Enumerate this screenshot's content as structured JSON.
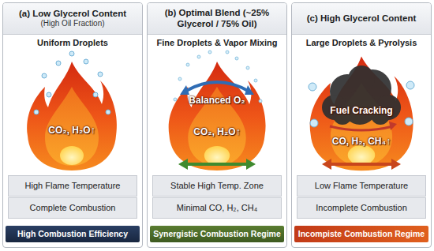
{
  "diagram": {
    "nodes": [
      {
        "text": [
          "(a) Low Glycerol Content",
          "(High Oil Fraction)",
          "Uniform Droplets"
        ]
      },
      {
        "text": [
          "High Flame Temperature"
        ],
        "in": 0
      },
      {
        "text": [
          "Complete Combustion"
        ],
        "in": 0
      },
      {
        "text": [
          "High Combustion Efficiency"
        ],
        "in": 0
      },
      {
        "text": [
          "(b) Optimal Blend (~25% Glycerol / 75% Oil)",
          "Fine Droplets & Vapor Mixing"
        ]
      },
      {
        "text": [
          "Stable High Temp. Zone"
        ],
        "in": 4
      },
      {
        "text": [
          "Minimal CO, H₂, CH₄"
        ],
        "in": 4
      },
      {
        "text": [
          "Synergistic Combustion Regime"
        ],
        "in": 4
      },
      {
        "text": [
          "(c) High Glycerol Content",
          "Large Droplets & Pyrolysis"
        ]
      },
      {
        "text": [
          "Low Flame Temperature"
        ],
        "in": 8
      },
      {
        "text": [
          "Incomplete Combustion"
        ],
        "in": 8
      },
      {
        "text": [
          "Incompiste Combustion Regime"
        ],
        "in": 8
      }
    ],
    "labels": [
      "CO₂, H₂O↑",
      "Balanced O₂",
      "CO₂, H₂O↑",
      "Fuel Cracking",
      "CO, H₂, CH₄↑"
    ]
  }
}
